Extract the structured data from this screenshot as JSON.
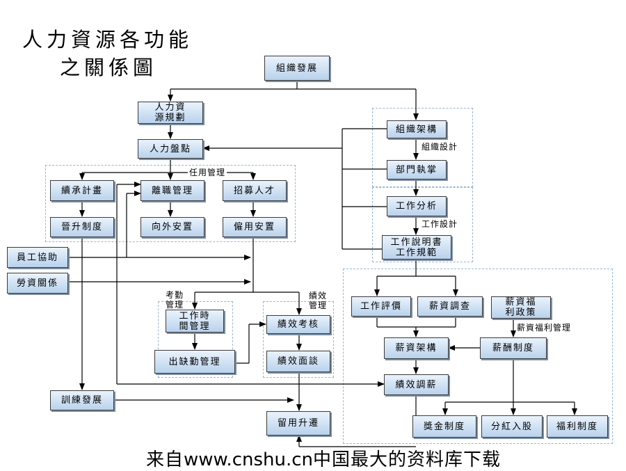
{
  "title": {
    "line1": "人力資源各功能",
    "line2": "之關係圖"
  },
  "nodes": {
    "org_dev": "組織發展",
    "hr_plan_1": "人力資",
    "hr_plan_2": "源規劃",
    "hr_inventory": "人力盤點",
    "org_structure": "組織架構",
    "dept_duties": "部門執掌",
    "job_analysis": "工作分析",
    "job_desc_1": "工作說明書",
    "job_desc_2": "工作規範",
    "succession": "續承計畫",
    "separation": "離職管理",
    "recruitment": "招募人才",
    "promotion": "晉升制度",
    "outplacement": "向外安置",
    "placement": "僱用安置",
    "eap": "員工協助",
    "labor": "勞資關係",
    "work_time_1": "工作時",
    "work_time_2": "間管理",
    "attendance_mgmt": "出缺勤管理",
    "perf_appraisal": "績效考核",
    "perf_interview": "績效面談",
    "training": "訓練發展",
    "retention": "留用升遷",
    "job_eval": "工作評價",
    "pay_survey": "薪資調查",
    "pay_policy_1": "薪資福",
    "pay_policy_2": "利政策",
    "pay_structure": "薪資架構",
    "comp_system": "薪酬制度",
    "merit_pay": "績效調薪",
    "bonus": "獎金制度",
    "profit_share": "分紅入股",
    "welfare": "福利制度"
  },
  "labels": {
    "org_design": "組織設計",
    "job_design": "工作設計",
    "staffing_mgmt": "任用管理",
    "attendance_1": "考勤",
    "attendance_2": "管理",
    "perf_1": "績效",
    "perf_2": "管理",
    "pay_welfare_mgmt": "薪資福利管理"
  },
  "footer": {
    "pre": "来自",
    "url": "www.cnshu.cn",
    "post": "中国最大的资料库下载"
  }
}
